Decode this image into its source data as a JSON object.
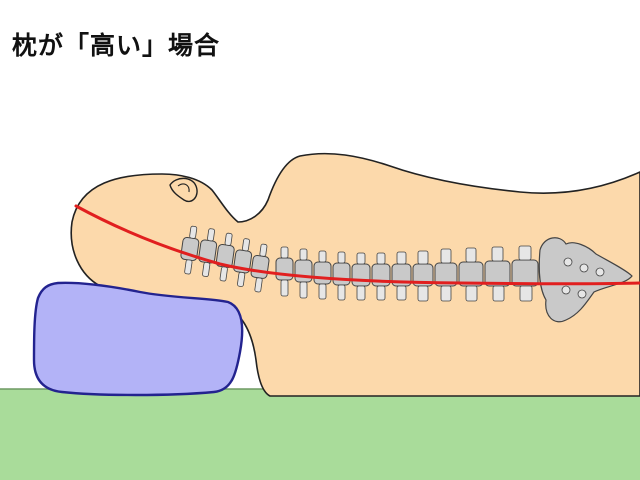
{
  "header": {
    "title": "枕が「高い」場合"
  },
  "colors": {
    "skin": "#fcd9ab",
    "outline": "#222222",
    "pillow": "#b3b3f7",
    "pillow_outline": "#23238f",
    "mat": "#a9dc9a",
    "bone": "#c9c9c9",
    "bone_light": "#e6e6e6",
    "spine_line": "#e11f1f"
  },
  "icons": [
    "body-illustration",
    "pillow-icon",
    "spine-icon",
    "spine-curve-line"
  ]
}
